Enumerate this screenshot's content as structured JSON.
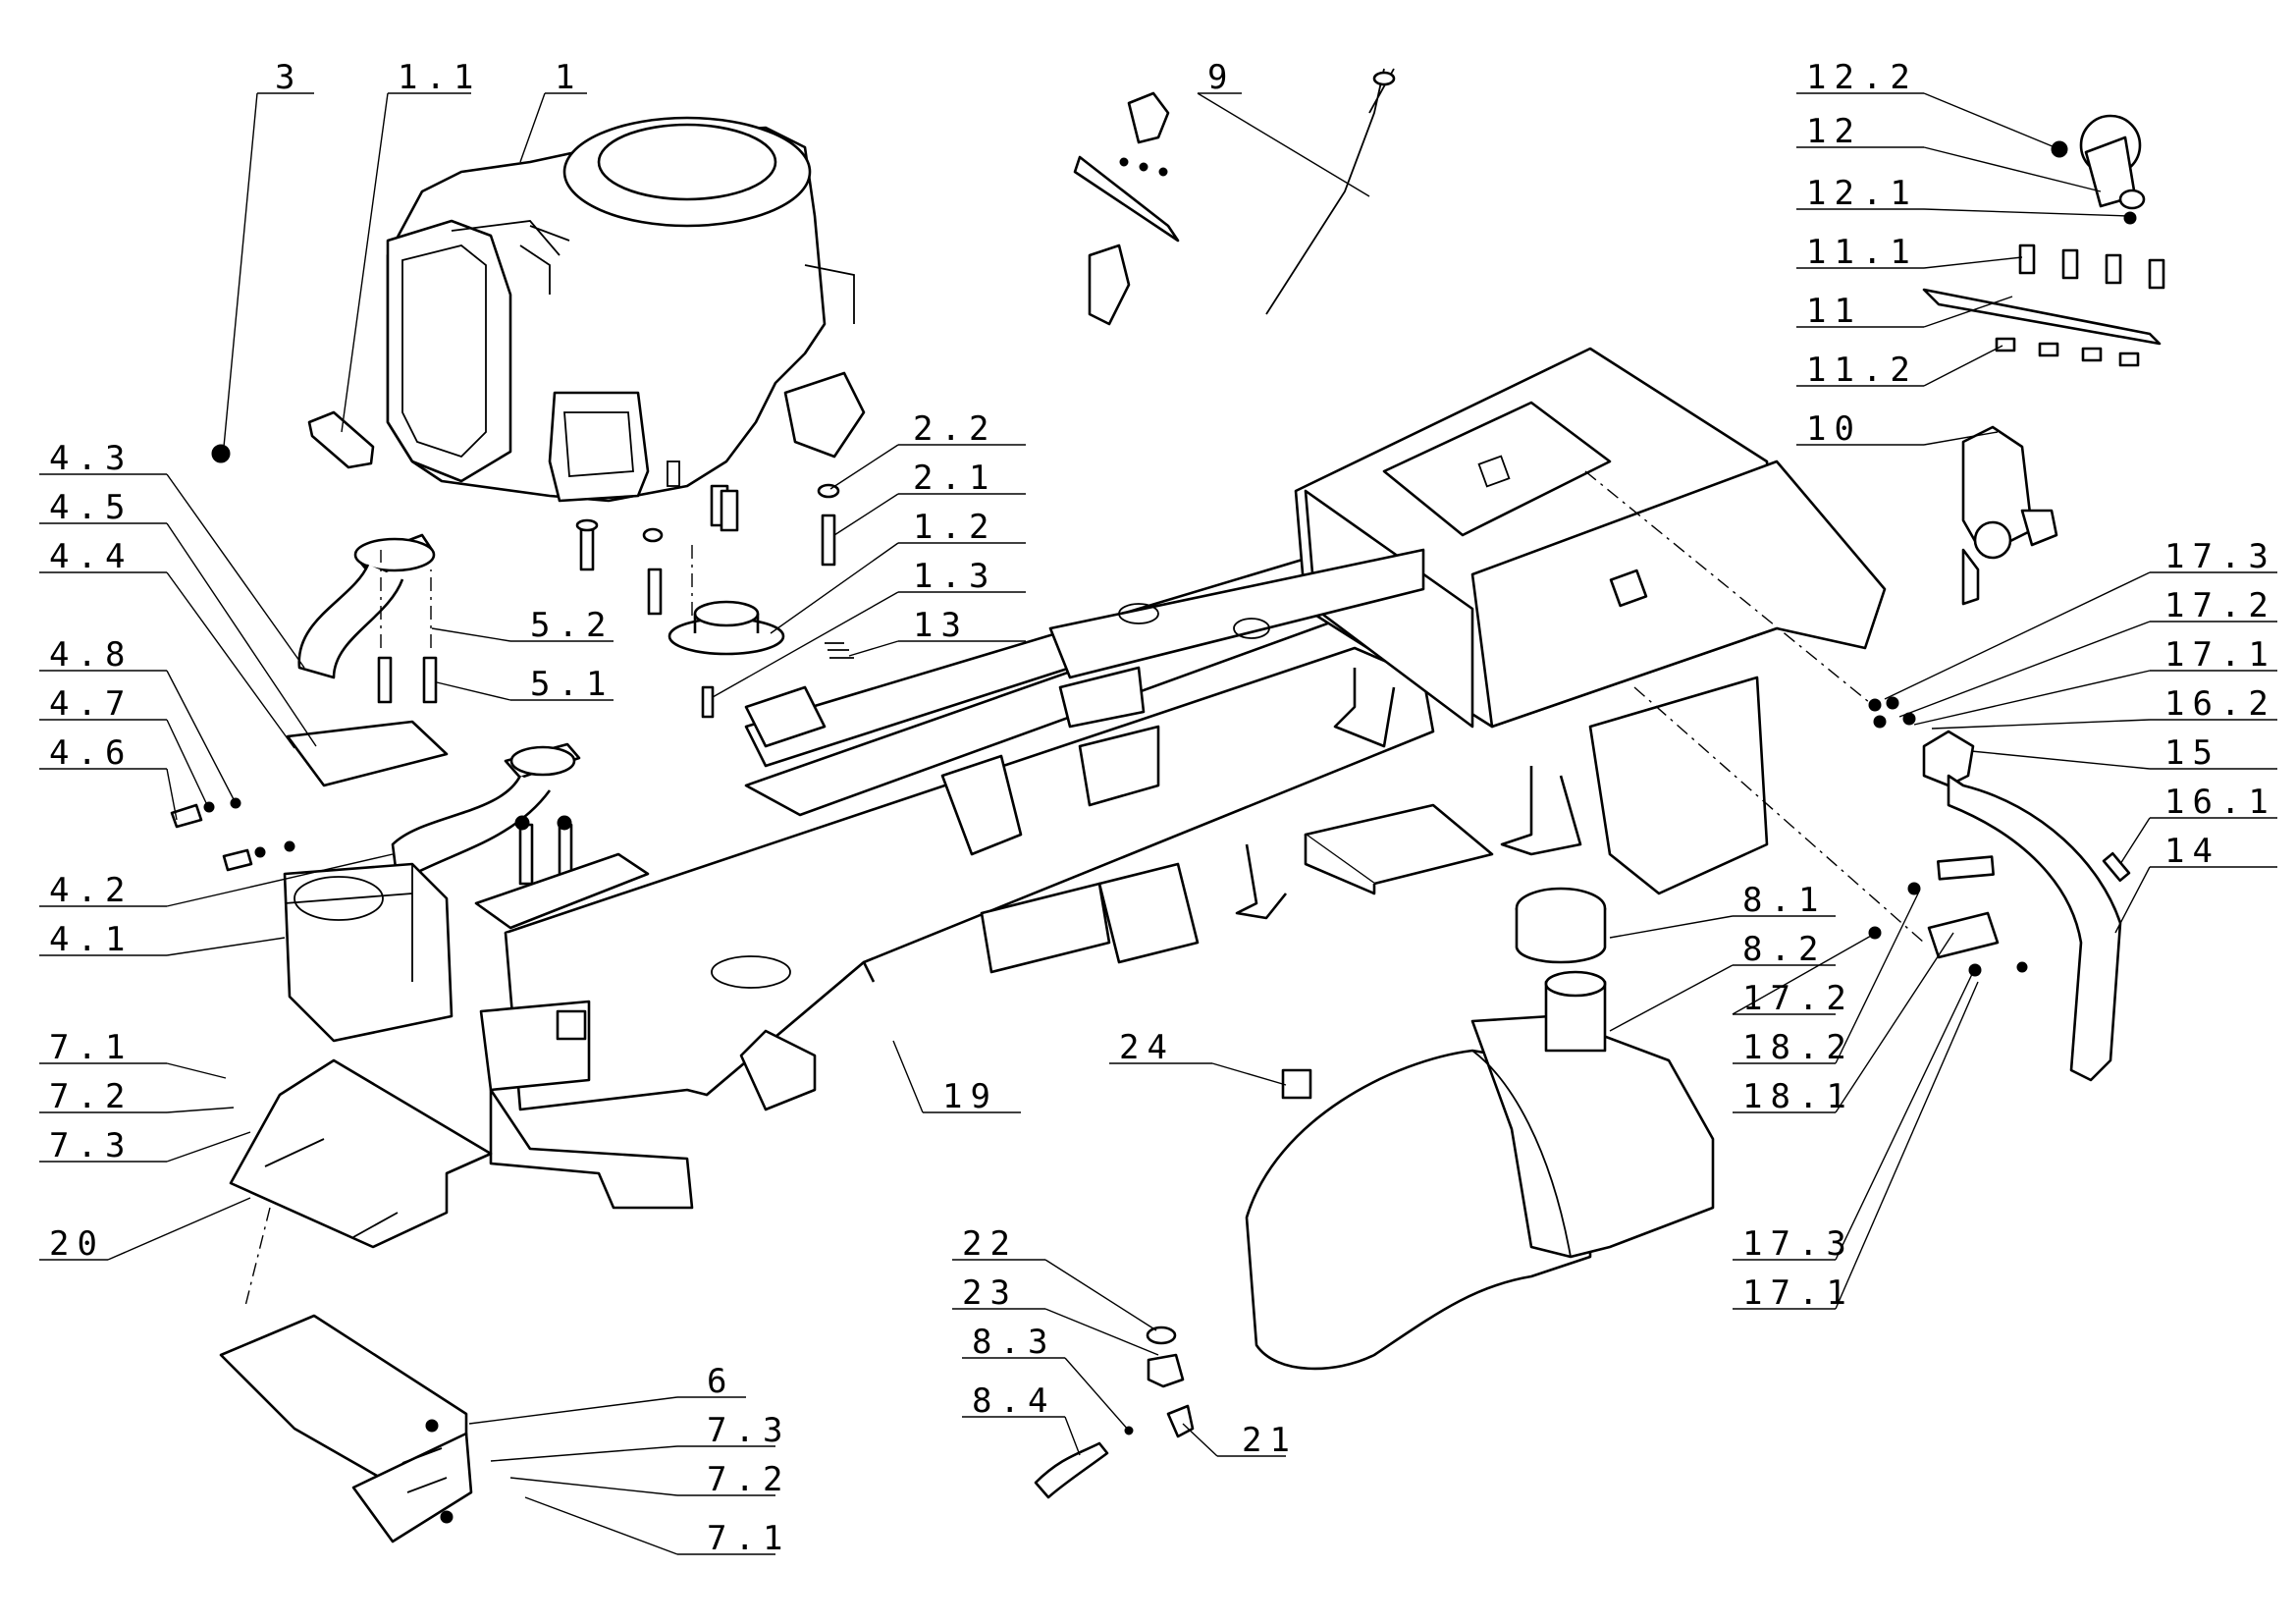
{
  "diagram": {
    "callouts": [
      {
        "id": "3",
        "text": "3"
      },
      {
        "id": "1.1",
        "text": "1.1"
      },
      {
        "id": "1",
        "text": "1"
      },
      {
        "id": "9",
        "text": "9"
      },
      {
        "id": "12.2",
        "text": "12.2"
      },
      {
        "id": "12",
        "text": "12"
      },
      {
        "id": "12.1",
        "text": "12.1"
      },
      {
        "id": "11.1",
        "text": "11.1"
      },
      {
        "id": "11",
        "text": "11"
      },
      {
        "id": "11.2",
        "text": "11.2"
      },
      {
        "id": "10",
        "text": "10"
      },
      {
        "id": "2.2",
        "text": "2.2"
      },
      {
        "id": "2.1",
        "text": "2.1"
      },
      {
        "id": "1.2",
        "text": "1.2"
      },
      {
        "id": "1.3",
        "text": "1.3"
      },
      {
        "id": "13",
        "text": "13"
      },
      {
        "id": "4.3",
        "text": "4.3"
      },
      {
        "id": "4.5",
        "text": "4.5"
      },
      {
        "id": "4.4",
        "text": "4.4"
      },
      {
        "id": "4.8",
        "text": "4.8"
      },
      {
        "id": "4.7",
        "text": "4.7"
      },
      {
        "id": "4.6",
        "text": "4.6"
      },
      {
        "id": "5.2",
        "text": "5.2"
      },
      {
        "id": "5.1",
        "text": "5.1"
      },
      {
        "id": "4.2",
        "text": "4.2"
      },
      {
        "id": "4.1",
        "text": "4.1"
      },
      {
        "id": "17.3a",
        "text": "17.3"
      },
      {
        "id": "17.2a",
        "text": "17.2"
      },
      {
        "id": "17.1a",
        "text": "17.1"
      },
      {
        "id": "16.2",
        "text": "16.2"
      },
      {
        "id": "15",
        "text": "15"
      },
      {
        "id": "16.1",
        "text": "16.1"
      },
      {
        "id": "14",
        "text": "14"
      },
      {
        "id": "8.1",
        "text": "8.1"
      },
      {
        "id": "8.2",
        "text": "8.2"
      },
      {
        "id": "17.2b",
        "text": "17.2"
      },
      {
        "id": "18.2",
        "text": "18.2"
      },
      {
        "id": "18.1",
        "text": "18.1"
      },
      {
        "id": "7.1a",
        "text": "7.1"
      },
      {
        "id": "7.2a",
        "text": "7.2"
      },
      {
        "id": "7.3a",
        "text": "7.3"
      },
      {
        "id": "19",
        "text": "19"
      },
      {
        "id": "24",
        "text": "24"
      },
      {
        "id": "20",
        "text": "20"
      },
      {
        "id": "17.3b",
        "text": "17.3"
      },
      {
        "id": "17.1b",
        "text": "17.1"
      },
      {
        "id": "22",
        "text": "22"
      },
      {
        "id": "23",
        "text": "23"
      },
      {
        "id": "8.3",
        "text": "8.3"
      },
      {
        "id": "8.4",
        "text": "8.4"
      },
      {
        "id": "21",
        "text": "21"
      },
      {
        "id": "6",
        "text": "6"
      },
      {
        "id": "7.3b",
        "text": "7.3"
      },
      {
        "id": "7.2b",
        "text": "7.2"
      },
      {
        "id": "7.1b",
        "text": "7.1"
      }
    ]
  }
}
